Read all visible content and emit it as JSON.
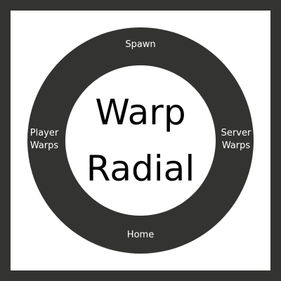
{
  "title": {
    "line1": "Warp",
    "line2": "Radial"
  },
  "options": {
    "top": "Spawn",
    "bottom": "Home",
    "left": {
      "line1": "Player",
      "line2": "Warps"
    },
    "right": {
      "line1": "Server",
      "line2": "Warps"
    }
  },
  "colors": {
    "frame": "#333331",
    "ring": "#333331",
    "background": "#ffffff",
    "label": "#ffffff",
    "title": "#000000"
  }
}
